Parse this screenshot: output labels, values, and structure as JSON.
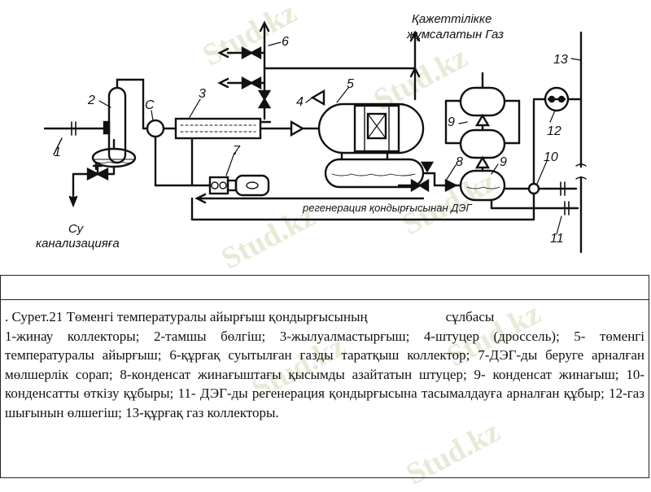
{
  "watermark": {
    "text": "Stud.kz"
  },
  "diagram": {
    "labels": {
      "gas_out": [
        "Қажеттілікке",
        "жұмсалатын Газ"
      ],
      "water_out": [
        "Су",
        "канализацияға"
      ],
      "regeneration": "регенерация қондырғысынан ДЭГ"
    },
    "numbers": [
      "1",
      "2",
      "С",
      "3",
      "4",
      "5",
      "6",
      "7",
      "8",
      "9",
      "9",
      "10",
      "11",
      "12",
      "13"
    ]
  },
  "caption": {
    "title_prefix": ". Сурет.21 Төменгі температуралы айырғыш қондырғысының",
    "title_suffix": "сұлбасы",
    "body": "1-жинау коллекторы; 2-тамшы бөлгіш; 3-жылуалмастырғыш; 4-штуцер (дроссель); 5- төменгі температуралы айырғыш; 6-құрғақ суытылған газды таратқыш коллектор; 7-ДЭГ-ды беруге арналған мөлшерлік сорап; 8-конденсат жинағыштағы қысымды азайтатын штуцер; 9- конденсат жинағыш; 10- конденсатты өткізу құбыры; 11- ДЭГ-ды регенерация қондырғысына тасымалдауға арналған құбыр; 12-газ шығынын өлшегіш; 13-құрғақ газ коллекторы."
  }
}
